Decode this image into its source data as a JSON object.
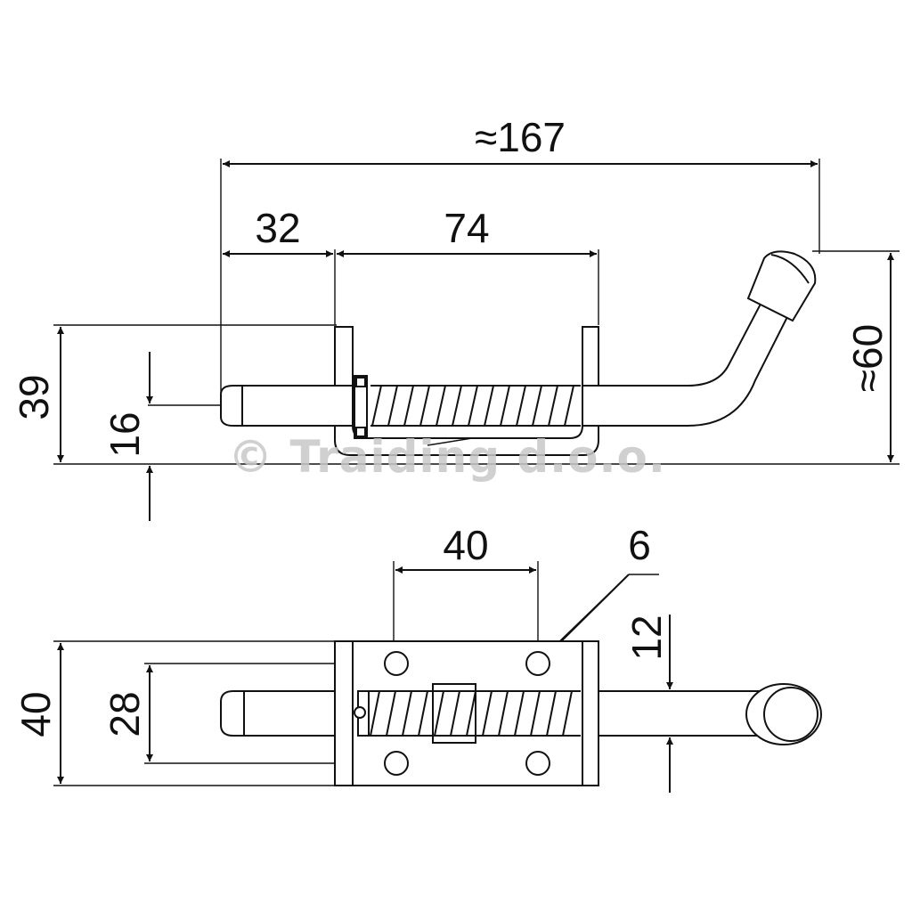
{
  "dimensions": {
    "total_length": "≈167",
    "left_length": "32",
    "spring_length": "74",
    "height_39": "39",
    "pin_16": "16",
    "height_60": "≈60",
    "hole_spacing": "40",
    "hole_diameter": "6",
    "width_12": "12",
    "plate_width": "40",
    "plate_hole_spacing": "28"
  },
  "watermark": "© Traiding d.o.o."
}
